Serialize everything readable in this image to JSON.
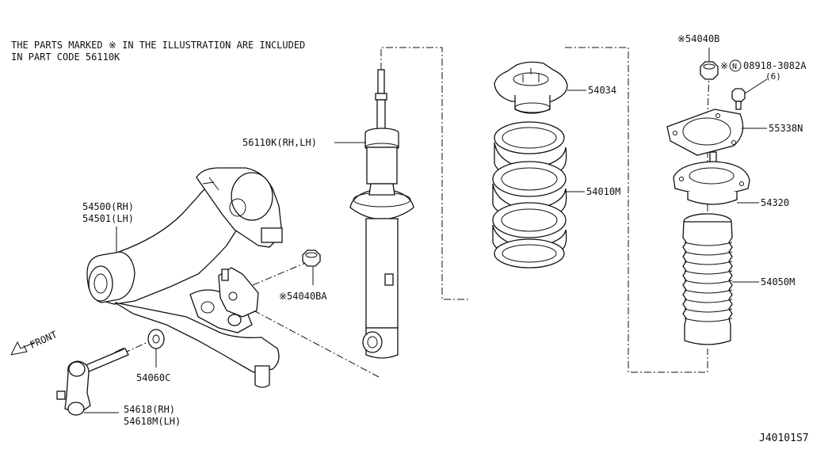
{
  "notes": {
    "line1": "THE PARTS MARKED  ※  IN THE ILLUSTRATION ARE INCLUDED",
    "line2": "IN PART CODE 56110K"
  },
  "labels": {
    "p56110k": "56110K(RH,LH)",
    "p54500": "54500(RH)",
    "p54501": "54501(LH)",
    "p54040ba": "※54040BA",
    "p54060c": "54060C",
    "p54618": "54618(RH)",
    "p54618m": "54618M(LH)",
    "front": "FRONT",
    "p54034": "54034",
    "p54010m": "54010M",
    "p54040b": "※54040B",
    "p08918_mark": "※",
    "p08918_n": "N",
    "p08918": "08918-3082A",
    "p08918_qty": "(6)",
    "p55338n": "55338N",
    "p54320": "54320",
    "p54050m": "54050M"
  },
  "diagram_code": "J40101S7"
}
